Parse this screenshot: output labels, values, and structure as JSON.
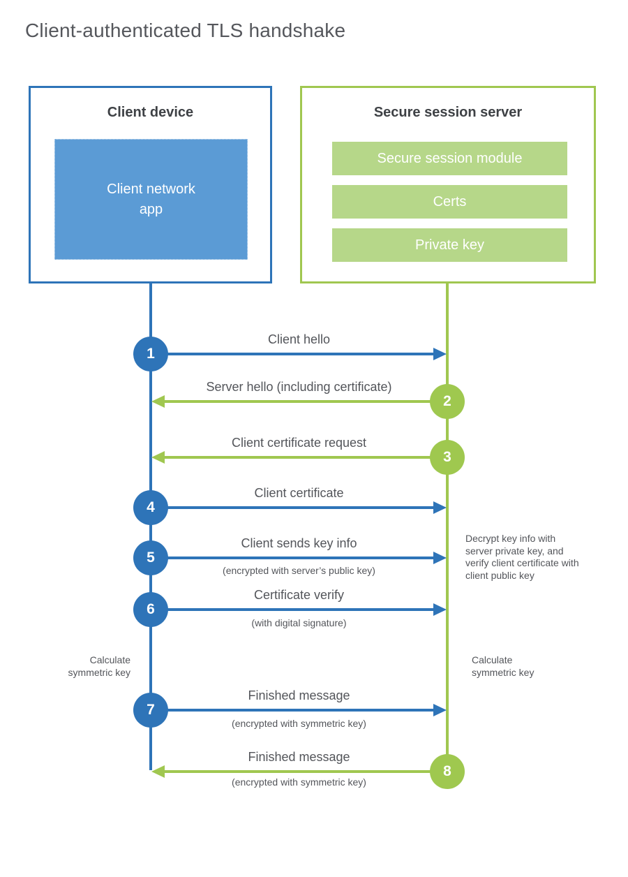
{
  "title": "Client-authenticated TLS handshake",
  "client": {
    "title": "Client device",
    "app_label": "Client network\napp"
  },
  "server": {
    "title": "Secure session server",
    "modules": [
      "Secure session module",
      "Certs",
      "Private key"
    ]
  },
  "messages": [
    {
      "num": "1",
      "label": "Client hello",
      "sub": "",
      "direction": "client-to-server"
    },
    {
      "num": "2",
      "label": "Server hello (including certificate)",
      "sub": "",
      "direction": "server-to-client"
    },
    {
      "num": "3",
      "label": "Client certificate request",
      "sub": "",
      "direction": "server-to-client"
    },
    {
      "num": "4",
      "label": "Client certificate",
      "sub": "",
      "direction": "client-to-server"
    },
    {
      "num": "5",
      "label": "Client sends key info",
      "sub": "(encrypted with server’s public key)",
      "direction": "client-to-server"
    },
    {
      "num": "6",
      "label": "Certificate verify",
      "sub": "(with digital signature)",
      "direction": "client-to-server"
    },
    {
      "num": "7",
      "label": "Finished message",
      "sub": "(encrypted with symmetric key)",
      "direction": "client-to-server"
    },
    {
      "num": "8",
      "label": "Finished message",
      "sub": "(encrypted with symmetric key)",
      "direction": "server-to-client"
    }
  ],
  "notes": {
    "decrypt": "Decrypt key info with server private key, and verify client certificate with client public key",
    "calc_left": "Calculate symmetric key",
    "calc_right": "Calculate symmetric key"
  },
  "colors": {
    "blue": "#2e74b8",
    "light_blue": "#5b9bd5",
    "green": "#9fc84f",
    "light_green": "#b6d789",
    "heading_text": "#3e4145",
    "body_text": "#53555a"
  }
}
